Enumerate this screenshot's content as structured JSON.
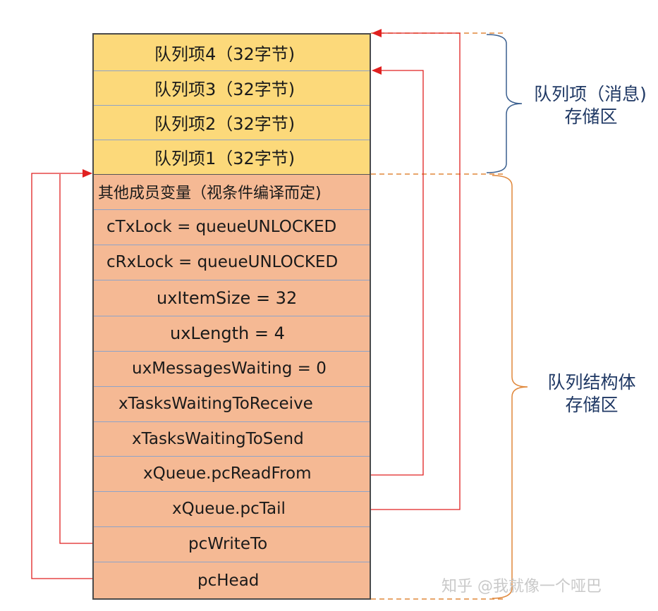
{
  "message_rows": [
    "队列项4（32字节)",
    "队列项3（32字节)",
    "队列项2（32字节)",
    "队列项1（32字节)"
  ],
  "struct_rows": [
    "其他成员变量（视条件编译而定)",
    "cTxLock = queueUNLOCKED",
    "cRxLock = queueUNLOCKED",
    "uxItemSize = 32",
    "uxLength = 4",
    "uxMessagesWaiting = 0",
    "xTasksWaitingToReceive",
    "xTasksWaitingToSend",
    "xQueue.pcReadFrom",
    "xQueue.pcTail",
    "pcWriteTo",
    "pcHead"
  ],
  "labels": {
    "message_area_line1": "队列项（消息)",
    "message_area_line2": "存储区",
    "struct_area_line1": "队列结构体",
    "struct_area_line2": "存储区"
  },
  "watermark": "知乎 @我就像一个哑巴",
  "colors": {
    "message_fill": "#fcd97a",
    "field_fill": "#f5b994",
    "pointer_arrow": "#e02020",
    "message_brace": "#3a5f8f",
    "struct_brace": "#e0873a",
    "label_text": "#1f3864"
  }
}
